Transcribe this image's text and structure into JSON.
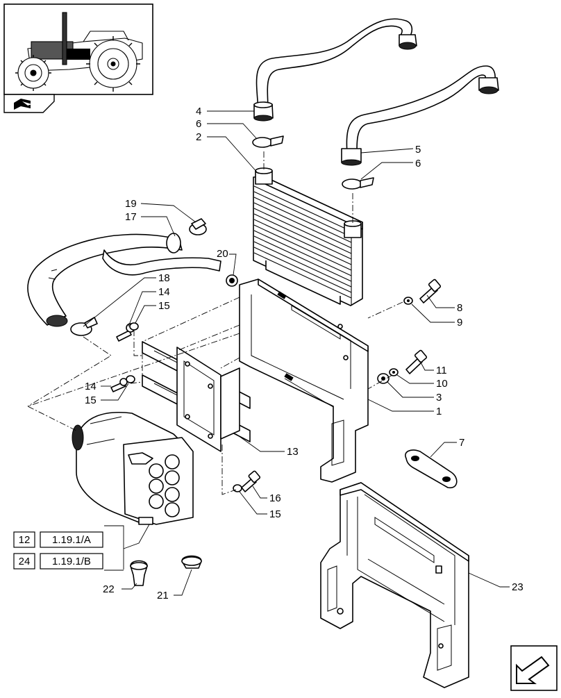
{
  "callouts": [
    {
      "id": "4",
      "label": "4"
    },
    {
      "id": "6a",
      "label": "6"
    },
    {
      "id": "2",
      "label": "2"
    },
    {
      "id": "5",
      "label": "5"
    },
    {
      "id": "6b",
      "label": "6"
    },
    {
      "id": "19",
      "label": "19"
    },
    {
      "id": "17",
      "label": "17"
    },
    {
      "id": "20",
      "label": "20"
    },
    {
      "id": "18",
      "label": "18"
    },
    {
      "id": "14a",
      "label": "14"
    },
    {
      "id": "15a",
      "label": "15"
    },
    {
      "id": "8",
      "label": "8"
    },
    {
      "id": "9",
      "label": "9"
    },
    {
      "id": "11",
      "label": "11"
    },
    {
      "id": "10",
      "label": "10"
    },
    {
      "id": "3",
      "label": "3"
    },
    {
      "id": "1",
      "label": "1"
    },
    {
      "id": "14b",
      "label": "14"
    },
    {
      "id": "15b",
      "label": "15"
    },
    {
      "id": "13",
      "label": "13"
    },
    {
      "id": "7",
      "label": "7"
    },
    {
      "id": "16",
      "label": "16"
    },
    {
      "id": "15c",
      "label": "15"
    },
    {
      "id": "22",
      "label": "22"
    },
    {
      "id": "21",
      "label": "21"
    },
    {
      "id": "23",
      "label": "23"
    }
  ],
  "references": [
    {
      "qty": "12",
      "code": "1.19.1/A"
    },
    {
      "qty": "24",
      "code": "1.19.1/B"
    }
  ],
  "icons": {
    "thumbnail": "tractor-thumbnail-icon",
    "book_arrow": "book-arrow-icon",
    "navigate": "navigate-arrow-icon"
  }
}
